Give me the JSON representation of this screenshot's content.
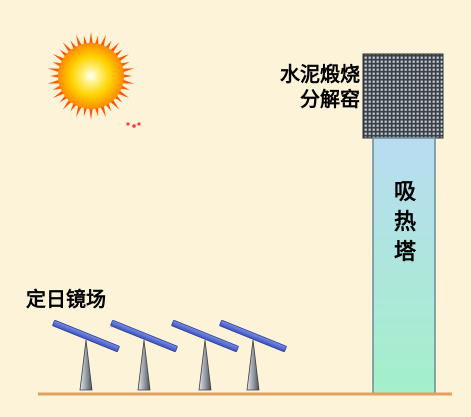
{
  "labels": {
    "kiln_line1": "水泥煅烧",
    "kiln_line2": "分解窑",
    "heliostat_field": "定日镜场",
    "tower_char1": "吸",
    "tower_char2": "热",
    "tower_char3": "塔"
  },
  "colors": {
    "background": "#fdf3d8",
    "sun_core": "#ffd200",
    "sun_ray": "#ff5a00",
    "kiln_fill": "#3a4048",
    "kiln_grid": "#d8dde4",
    "tower_top": "#b9dcf2",
    "tower_bottom": "#a3f0c9",
    "mirror": "#5a73d6",
    "mirror_edge": "#2e3f99",
    "support_light": "#d7dbe0",
    "support_dark": "#5a5f66",
    "ground": "#e0a060"
  },
  "heliostats": [
    {
      "name": "heliostat-1"
    },
    {
      "name": "heliostat-2"
    },
    {
      "name": "heliostat-3"
    },
    {
      "name": "heliostat-4"
    }
  ]
}
